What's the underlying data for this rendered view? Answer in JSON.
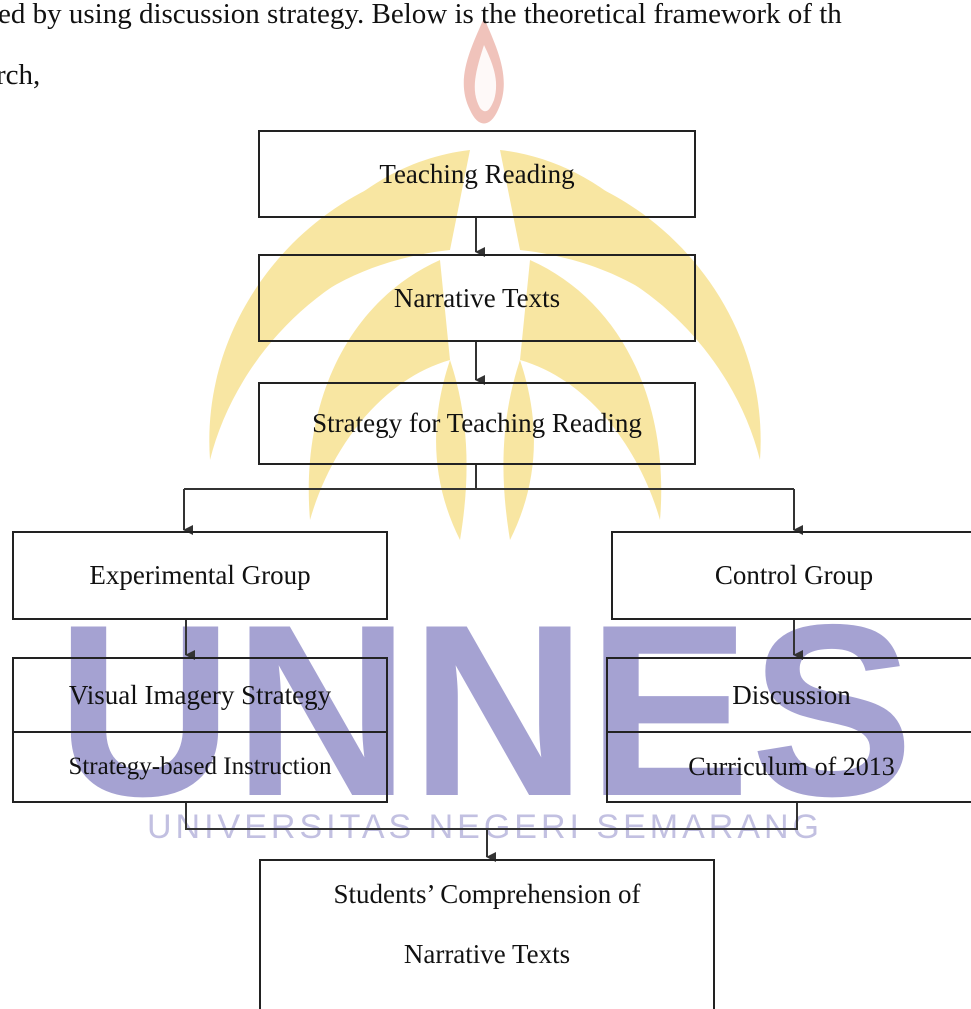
{
  "paragraph": {
    "line1": "ed by using discussion strategy. Below is the theoretical framework of th",
    "line2": "rch,"
  },
  "diagram": {
    "teaching_reading": "Teaching Reading",
    "narrative_texts": "Narrative Texts",
    "strategy": "Strategy for Teaching Reading",
    "experimental_group": "Experimental Group",
    "control_group": "Control Group",
    "visual_imagery": "Visual Imagery Strategy",
    "strategy_based": "Strategy-based Instruction",
    "discussion": "Discussion",
    "curriculum": "Curriculum of 2013",
    "outcome_line1": "Students’ Comprehension of",
    "outcome_line2": "Narrative Texts"
  },
  "watermark": {
    "wordmark": "UNNES",
    "university": "UNIVERSITAS NEGERI SEMARANG",
    "colors": {
      "flame": "#e8a9a0",
      "leaf": "#f7e08a",
      "wordmark": "#8f8bc8",
      "university_text": "#b8b6dc"
    }
  }
}
